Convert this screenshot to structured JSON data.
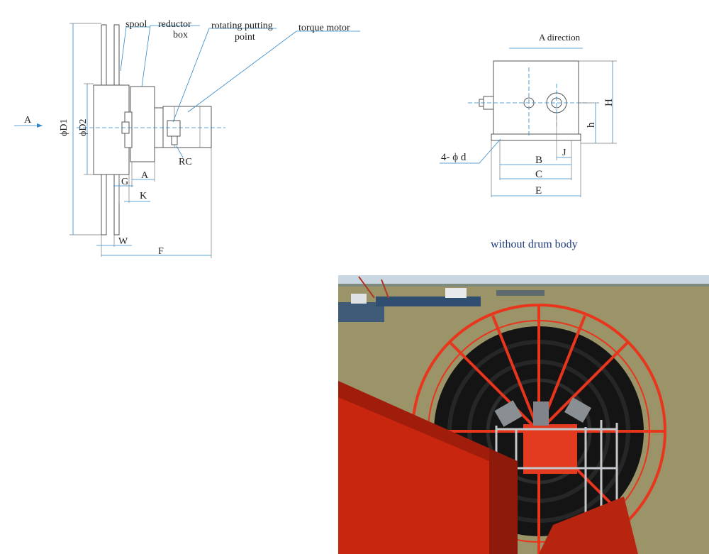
{
  "side_view": {
    "callouts": {
      "spool": "spool",
      "reductor_box": [
        "reductor",
        "box"
      ],
      "rotating_point": [
        "rotating putting",
        "point"
      ],
      "torque_motor": "torque motor"
    },
    "dims": {
      "D1": "ϕD1",
      "D2": "ϕD2",
      "A_view": "A",
      "G": "G",
      "A": "A",
      "K": "K",
      "W": "W",
      "F": "F",
      "RC": "RC"
    }
  },
  "a_view": {
    "title": "A direction",
    "dims": {
      "H": "H",
      "h": "h",
      "d": "4- ϕ d",
      "B": "B",
      "J": "J",
      "C": "C",
      "E": "E"
    },
    "caption": "without drum body"
  },
  "photo": {
    "colors": {
      "sky": "#c9d7e3",
      "water": "#9a9468",
      "reel": "#e8351c",
      "cable": "#141414",
      "frame": "#c8260f"
    }
  }
}
